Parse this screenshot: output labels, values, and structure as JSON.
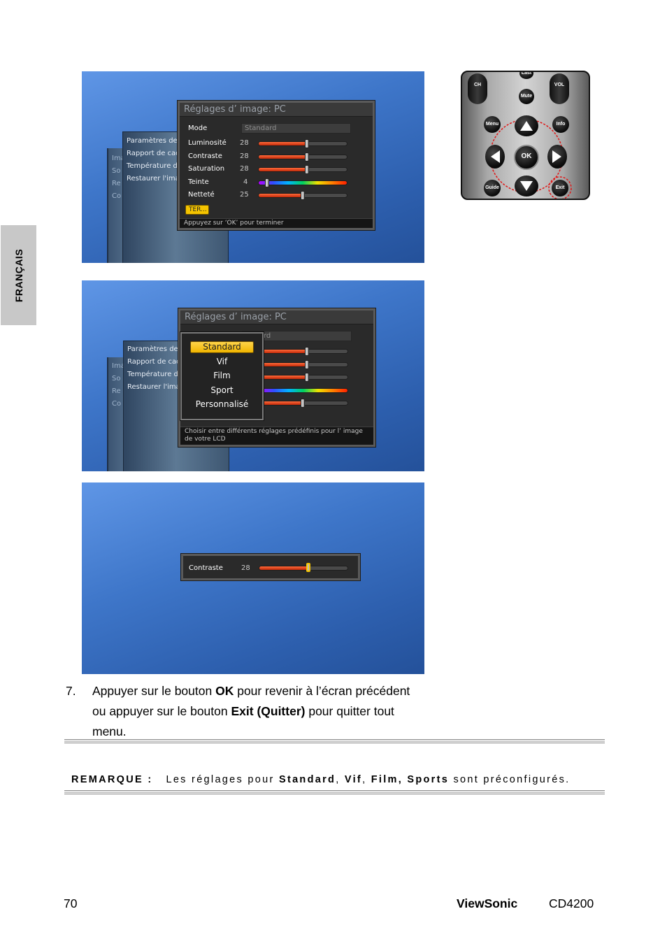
{
  "side_tab": {
    "label": "FRANÇAIS"
  },
  "screen1": {
    "menu_title": "Réglages d’  image: PC",
    "mode_label": "Mode",
    "mode_value": "Standard",
    "rows": [
      {
        "label": "Luminosité",
        "value": "28",
        "fraction": 0.55
      },
      {
        "label": "Contraste",
        "value": "28",
        "fraction": 0.55
      },
      {
        "label": "Saturation",
        "value": "28",
        "fraction": 0.55
      },
      {
        "label": "Teinte",
        "value": "4",
        "fraction": 0.1
      },
      {
        "label": "Netteté",
        "value": "25",
        "fraction": 0.5
      }
    ],
    "ter_button": "TER...",
    "footer": "Appuyez sur    ‘OK’    pour terminer",
    "submenu": [
      "Paramètres de l",
      "Rapport de cadr",
      "Température de",
      "Restaurer l'imag"
    ],
    "submenu_back": [
      "Ima",
      "So",
      "Re",
      "Co"
    ]
  },
  "screen2": {
    "menu_title": "Réglages d’  image: PC",
    "mode_value_partial": "rd",
    "popup_items": [
      "Standard",
      "Vif",
      "Film",
      "Sport",
      "Personnalisé"
    ],
    "popup_selected": "Standard",
    "footer_line1": "Choisir entre différents réglages prédéfinis pour l’   image",
    "footer_line2": "de votre LCD",
    "submenu": [
      "Paramètres de l",
      "Rapport de cadr",
      "Température de",
      "Restaurer l'imag"
    ],
    "submenu_back": [
      "Ima",
      "So",
      "Re",
      "Co"
    ]
  },
  "screen3": {
    "label": "Contraste",
    "value": "28",
    "fraction": 0.55
  },
  "remote": {
    "buttons": {
      "last": "Last",
      "ch": "CH",
      "vol": "VOL",
      "mute": "Mute",
      "menu": "Menu",
      "info": "Info",
      "ok": "OK",
      "guide": "Guide",
      "exit": "Exit"
    },
    "highlight_color": "#e01818"
  },
  "step": {
    "number": "7.",
    "line1_a": "Appuyer sur le bouton ",
    "line1_b": "OK",
    "line1_c": " pour revenir à l’écran précédent",
    "line2_a": "ou appuyer sur le bouton ",
    "line2_b": "Exit (Quitter)",
    "line2_c": " pour quitter tout",
    "line3": "menu."
  },
  "note": {
    "label": "REMARQUE :",
    "text_a": "Les réglages pour ",
    "b1": "Standard",
    "sep1": ", ",
    "b2": "Vif",
    "sep2": ", ",
    "b3": "Film, Sports",
    "text_b": " sont préconfigurés."
  },
  "footer": {
    "page_number": "70",
    "brand": "ViewSonic",
    "model": "CD4200"
  }
}
